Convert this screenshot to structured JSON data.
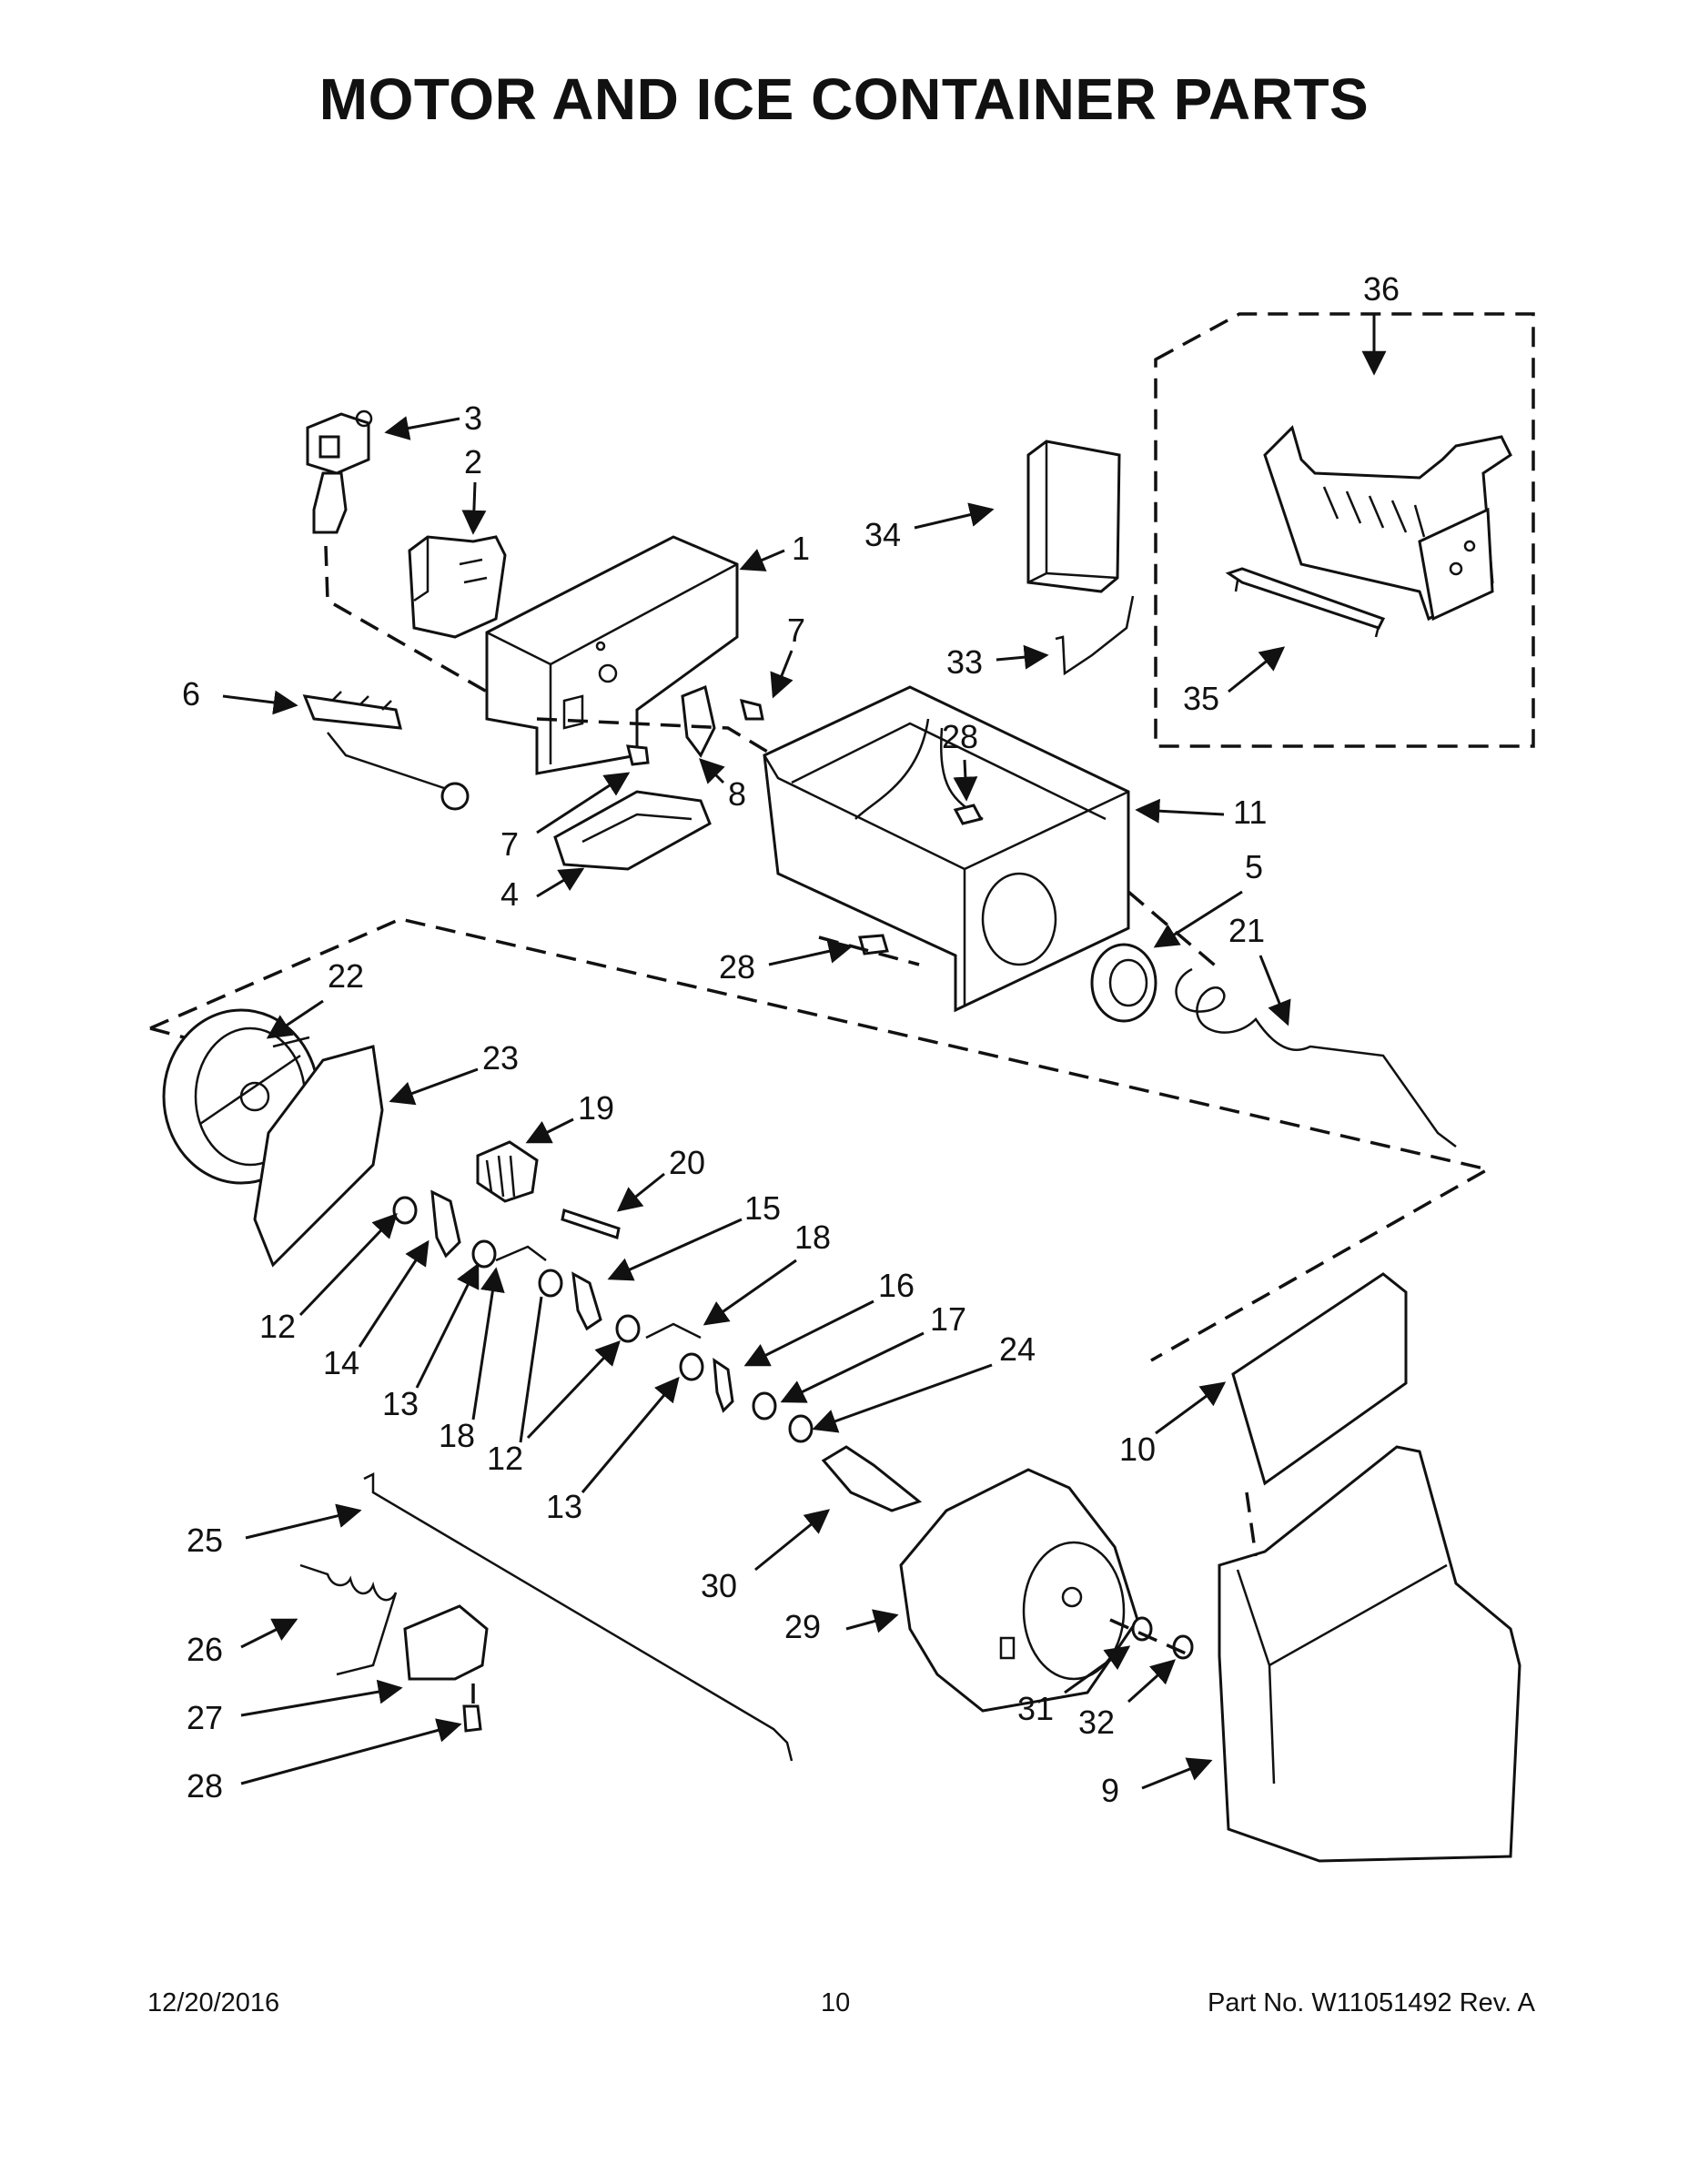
{
  "title": "MOTOR AND ICE CONTAINER PARTS",
  "callouts": [
    {
      "id": "36"
    },
    {
      "id": "3"
    },
    {
      "id": "2"
    },
    {
      "id": "1"
    },
    {
      "id": "34"
    },
    {
      "id": "33"
    },
    {
      "id": "35"
    },
    {
      "id": "7"
    },
    {
      "id": "6"
    },
    {
      "id": "28"
    },
    {
      "id": "8"
    },
    {
      "id": "11"
    },
    {
      "id": "7"
    },
    {
      "id": "4"
    },
    {
      "id": "5"
    },
    {
      "id": "21"
    },
    {
      "id": "22"
    },
    {
      "id": "28"
    },
    {
      "id": "23"
    },
    {
      "id": "19"
    },
    {
      "id": "20"
    },
    {
      "id": "15"
    },
    {
      "id": "18"
    },
    {
      "id": "16"
    },
    {
      "id": "17"
    },
    {
      "id": "24"
    },
    {
      "id": "12"
    },
    {
      "id": "14"
    },
    {
      "id": "13"
    },
    {
      "id": "18"
    },
    {
      "id": "12"
    },
    {
      "id": "13"
    },
    {
      "id": "10"
    },
    {
      "id": "25"
    },
    {
      "id": "30"
    },
    {
      "id": "29"
    },
    {
      "id": "26"
    },
    {
      "id": "31"
    },
    {
      "id": "32"
    },
    {
      "id": "27"
    },
    {
      "id": "9"
    },
    {
      "id": "28"
    }
  ],
  "footer": {
    "date": "12/20/2016",
    "page": "10",
    "part": "Part No.  W11051492  Rev.  A"
  }
}
